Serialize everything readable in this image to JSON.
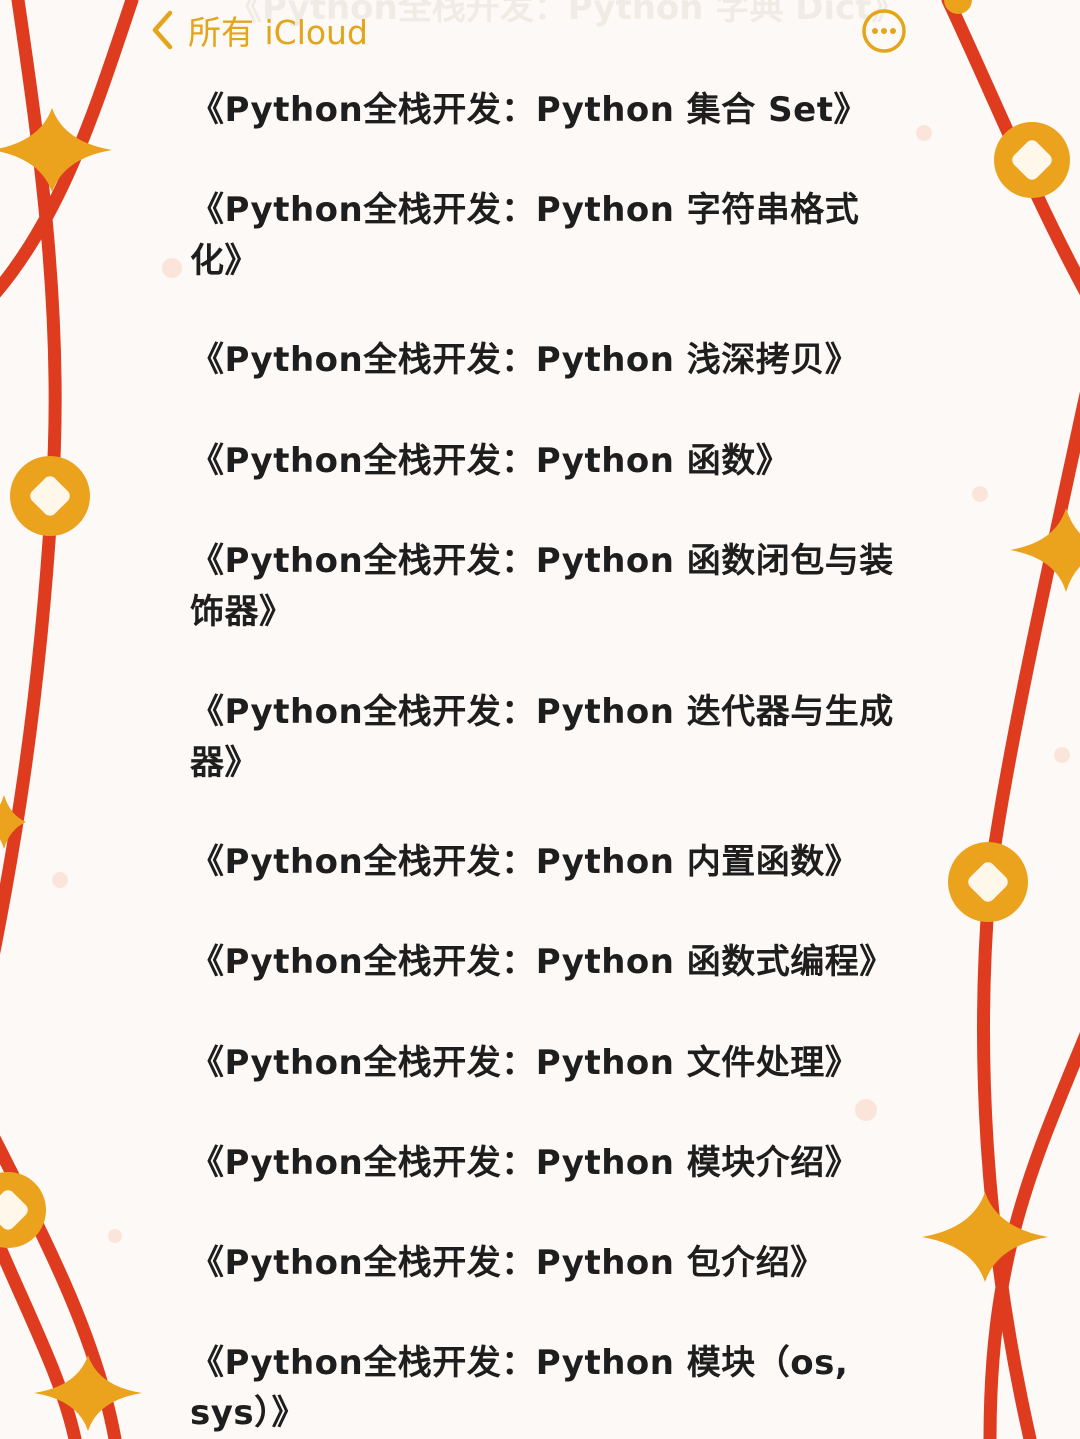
{
  "nav": {
    "back_label": "所有 iCloud",
    "faded_title": "《Python全栈开发：Python 字典 Dict》",
    "accent_color": "#e3a519",
    "back_icon": "chevron-left-icon",
    "more_icon": "ellipsis-circle-icon"
  },
  "note": {
    "lines": [
      "《Python全栈开发：Python 集合 Set》",
      "《Python全栈开发：Python 字符串格式",
      "化》",
      "《Python全栈开发：Python 浅深拷贝》",
      "《Python全栈开发：Python 函数》",
      "《Python全栈开发：Python 函数闭包与装",
      "饰器》",
      "《Python全栈开发：Python 迭代器与生成",
      "器》",
      "《Python全栈开发：Python 内置函数》",
      "《Python全栈开发：Python 函数式编程》",
      "《Python全栈开发：Python 文件处理》",
      "《Python全栈开发：Python 模块介绍》",
      "《Python全栈开发：Python 包介绍》",
      "《Python全栈开发：Python 模块（os,",
      "sys）》"
    ]
  },
  "theme": {
    "background": "#fdf9f6",
    "string_color": "#de3b1f",
    "ornament_color": "#eba21c",
    "text_color": "#1e1e1e"
  }
}
